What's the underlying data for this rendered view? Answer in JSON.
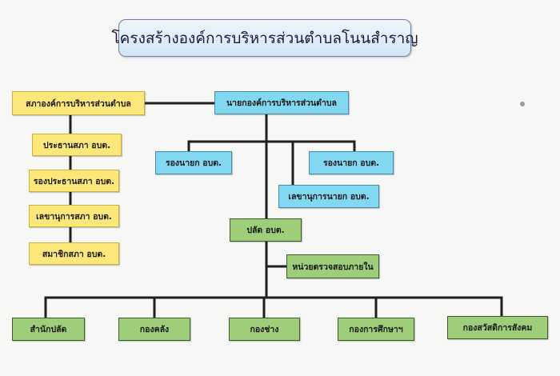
{
  "title": "โครงสร้างองค์การบริหารส่วนตำบลโนนสำราญ",
  "council": {
    "head": "สภาองค์การบริหารส่วนตำบล",
    "members": [
      "ประธานสภา อบต.",
      "รองประธานสภา อบต.",
      "เลขานุการสภา อบต.",
      "สมาชิกสภา อบต."
    ]
  },
  "executive": {
    "mayor": "นายกองค์การบริหารส่วนตำบล",
    "deputy_left": "รองนายก อบต.",
    "deputy_right": "รองนายก อบต.",
    "secretary": "เลขานุการนายก อบต."
  },
  "administration": {
    "chief": "ปลัด อบต.",
    "audit_unit": "หน่วยตรวจสอบภายใน",
    "departments": [
      "สำนักปลัด",
      "กองคลัง",
      "กองช่าง",
      "กองการศึกษาฯ",
      "กองสวัสดิการสังคม"
    ]
  },
  "colors": {
    "council": "#fbe77a",
    "executive": "#82d8f0",
    "administration": "#9fce7a",
    "connector": "#1f1f1f"
  }
}
